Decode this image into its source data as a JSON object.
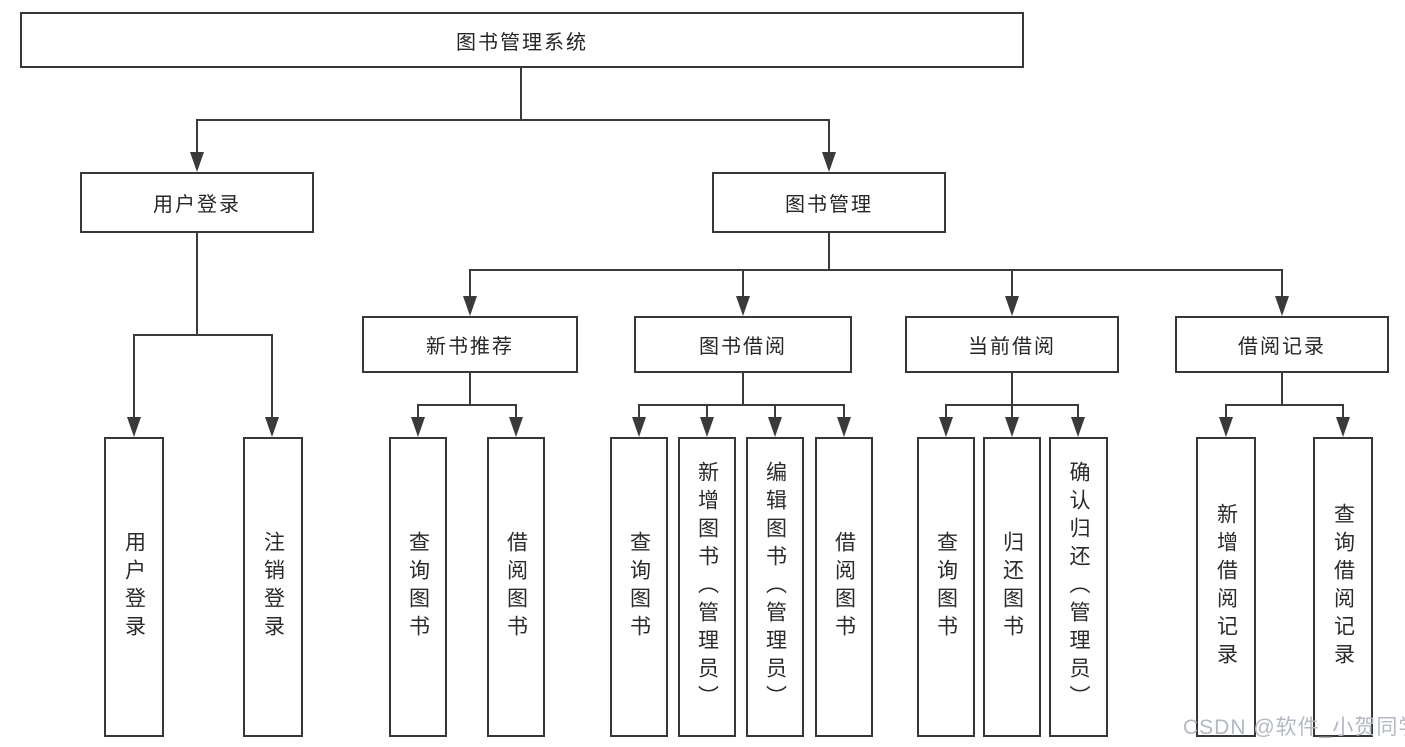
{
  "tree": {
    "label": "图书管理系统",
    "children": [
      {
        "label": "用户登录",
        "children": [
          {
            "label": "用户登录"
          },
          {
            "label": "注销登录"
          }
        ]
      },
      {
        "label": "图书管理",
        "children": [
          {
            "label": "新书推荐",
            "children": [
              {
                "label": "查询图书"
              },
              {
                "label": "借阅图书"
              }
            ]
          },
          {
            "label": "图书借阅",
            "children": [
              {
                "label": "查询图书"
              },
              {
                "label": "新增图书（管理员）"
              },
              {
                "label": "编辑图书（管理员）"
              },
              {
                "label": "借阅图书"
              }
            ]
          },
          {
            "label": "当前借阅",
            "children": [
              {
                "label": "查询图书"
              },
              {
                "label": "归还图书"
              },
              {
                "label": "确认归还（管理员）"
              }
            ]
          },
          {
            "label": "借阅记录",
            "children": [
              {
                "label": "新增借阅记录"
              },
              {
                "label": "查询借阅记录"
              }
            ]
          }
        ]
      }
    ]
  },
  "watermark": {
    "text": "CSDN @软件_小贺同学"
  }
}
